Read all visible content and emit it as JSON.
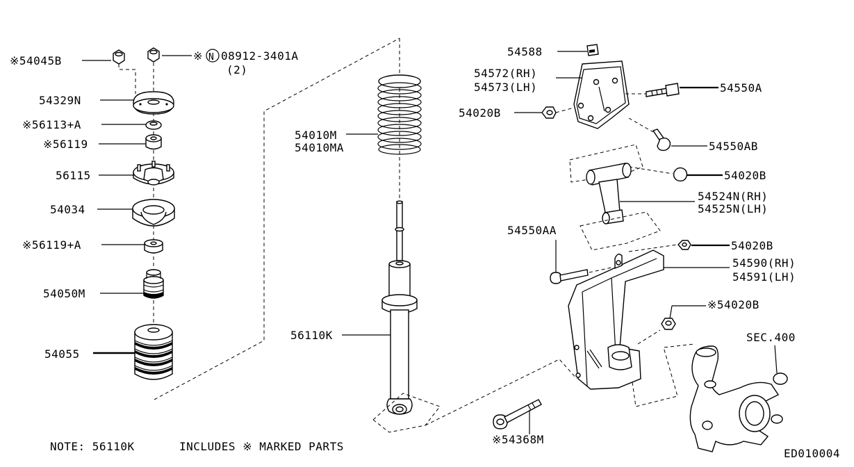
{
  "diagram": {
    "note": "NOTE: 56110K",
    "includes": "INCLUDES ※ MARKED PARTS",
    "code": "ED010004",
    "section_ref": "SEC.400",
    "labels": {
      "l54045B": "※54045B",
      "l08912_prefix": "※",
      "l08912_n": "N",
      "l08912": "08912-3401A",
      "l08912_qty": "(2)",
      "l54329N": "54329N",
      "l56113A": "※56113+A",
      "l56119": "※56119",
      "l56115": "56115",
      "l54034": "54034",
      "l56119A": "※56119+A",
      "l54050M": "54050M",
      "l54055": "54055",
      "l54010M": "54010M",
      "l54010MA": "54010MA",
      "l56110K": "56110K",
      "l54588": "54588",
      "l54572": "54572(RH)",
      "l54573": "54573(LH)",
      "l54020B_1": "54020B",
      "l54550A": "54550A",
      "l54550AB": "54550AB",
      "l54020B_2": "54020B",
      "l54524N": "54524N(RH)",
      "l54525N": "54525N(LH)",
      "l54550AA": "54550AA",
      "l54020B_3": "54020B",
      "l54590": "54590(RH)",
      "l54591": "54591(LH)",
      "l54020B_4": "※54020B",
      "l54368M": "※54368M"
    }
  }
}
